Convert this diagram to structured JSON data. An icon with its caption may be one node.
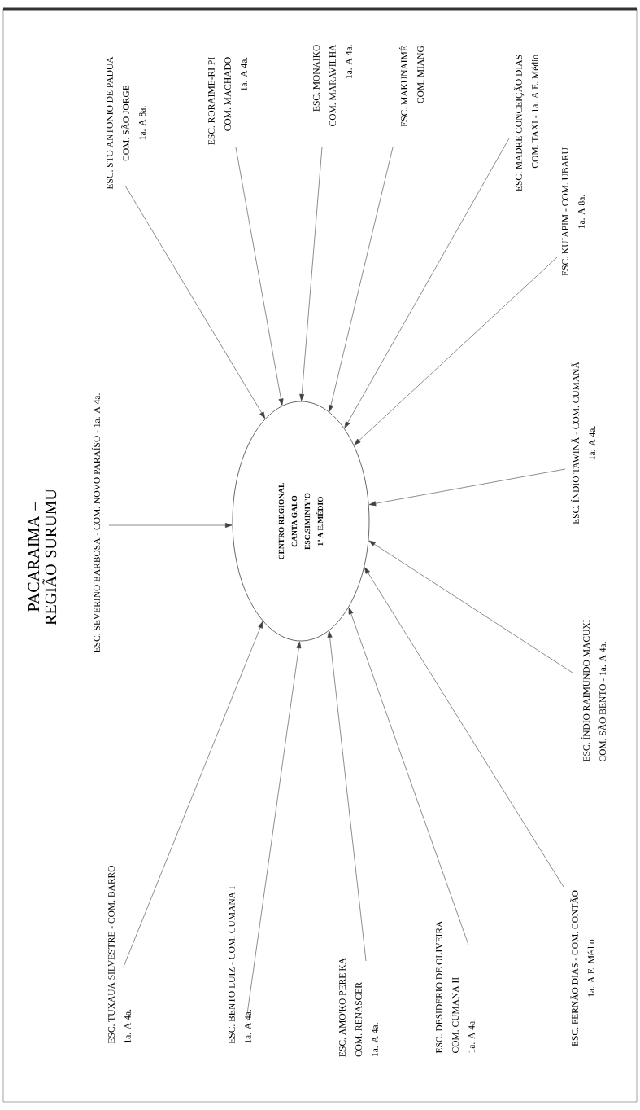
{
  "diagram": {
    "title": "PACARAIMA – REGIÃO SURUMU",
    "nodes": [
      {
        "text": [
          "CENTRO REGIONAL",
          "CANTA GALO",
          "ESC.SIMINIY'O",
          "1ª A E.MÉDIO"
        ]
      },
      {
        "text": [
          "ESC. SEVERINO BARBOSA - COM. NOVO PARAÍSO - 1a. A 4a."
        ]
      },
      {
        "text": [
          "ESC. STO ANTONIO DE PADUA",
          "COM. SÃO JORGE",
          "1a. A 8a."
        ]
      },
      {
        "text": [
          "ESC. RORAIME-RI PI",
          "COM. MACHADO",
          "1a. A 4a."
        ]
      },
      {
        "text": [
          "ESC. MONAIKO",
          "COM. MARAVILHA",
          "1a. A 4a."
        ]
      },
      {
        "text": [
          "ESC. MAKUNAIMÉ",
          "COM. MIANG"
        ]
      },
      {
        "text": [
          "ESC. MADRE CONCEIÇÃO DIAS",
          "COM. TAXI - 1a. A E. Médio"
        ]
      },
      {
        "text": [
          "ESC. KUIAPIM - COM. UBARU",
          "1a. A 8a."
        ]
      },
      {
        "text": [
          "ESC. ÍNDIO TAWINÃ - COM. CUMANÃ",
          "1a. A 4a."
        ]
      },
      {
        "text": [
          "ESC. ÍNDIO RAIMUNDO MACUXI",
          "COM. SÃO BENTO - 1a. A 4a."
        ]
      },
      {
        "text": [
          "ESC. FERNÃO DIAS - COM. CONTÃO",
          "1a. A E. Médio"
        ]
      },
      {
        "text": [
          "ESC. DESIDERIO DE OLIVEIRA",
          "COM. CUMANA II",
          "1a. A 4a."
        ]
      },
      {
        "text": [
          "ESC. AMO'KO PERE'KA",
          "COM. RENASCER",
          "1a. A 4a."
        ]
      },
      {
        "text": [
          "ESC. BENTO LUIZ - COM. CUMANA I",
          "1a. A 4a."
        ]
      },
      {
        "text": [
          "ESC. TUXAUA SILVESTRE - COM. BARRO",
          "1a. A 4a."
        ]
      }
    ],
    "edges": [
      {
        "from": 1,
        "to": 0,
        "arrow": "to"
      },
      {
        "from": 2,
        "to": 0,
        "arrow": "to"
      },
      {
        "from": 3,
        "to": 0,
        "arrow": "to"
      },
      {
        "from": 4,
        "to": 0,
        "arrow": "to"
      },
      {
        "from": 5,
        "to": 0,
        "arrow": "to"
      },
      {
        "from": 6,
        "to": 0,
        "arrow": "to"
      },
      {
        "from": 7,
        "to": 0,
        "arrow": "to"
      },
      {
        "from": 8,
        "to": 0,
        "arrow": "to"
      },
      {
        "from": 9,
        "to": 0,
        "arrow": "to"
      },
      {
        "from": 10,
        "to": 0,
        "arrow": "to"
      },
      {
        "from": 11,
        "to": 0,
        "arrow": "to"
      },
      {
        "from": 12,
        "to": 0,
        "arrow": "to"
      },
      {
        "from": 13,
        "to": 0,
        "arrow": "to"
      },
      {
        "from": 14,
        "to": 0,
        "arrow": "to"
      }
    ]
  }
}
